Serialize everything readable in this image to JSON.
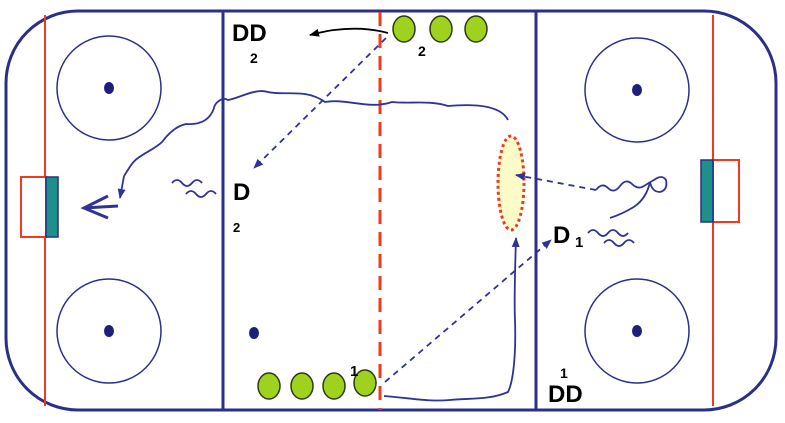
{
  "colors": {
    "boards": "#2b2f8a",
    "red_line": "#ee3b1e",
    "blue_line": "#2b2f8a",
    "dot": "#1d1f7a",
    "skate_path": "#2f3296",
    "pass": "#2f3296",
    "puck_fill": "#9fd21e",
    "puck_stroke": "#2a3a10",
    "goal_red": "#ee3b1e",
    "goal_teal": "#1f8f8a",
    "zone_fill": "#fdfbc8",
    "zone_stroke": "#ee3b1e"
  },
  "labels": {
    "dd_top": "DD",
    "dd_top_sub": "2",
    "group_top_sub": "2",
    "d_left": "D",
    "d_left_sub": "2",
    "d_right": "D",
    "d_right_sub": "1",
    "group_bottom_sup": "1",
    "dd_bottom": "DD",
    "dd_bottom_sup": "1"
  }
}
